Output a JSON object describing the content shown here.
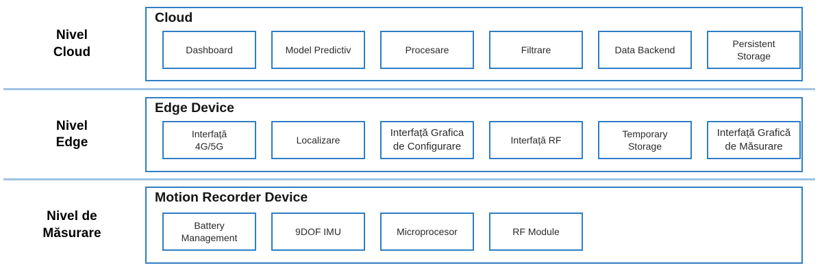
{
  "diagram": {
    "title_visible": false,
    "accent_color": "#2E7DC4",
    "divider_color": "#9DC3E6",
    "tiers": [
      {
        "label_line1": "Nivel",
        "label_line2": "Cloud",
        "group_title": "Cloud",
        "components": [
          {
            "label": "Dashboard"
          },
          {
            "label": "Model Predictiv"
          },
          {
            "label": "Procesare"
          },
          {
            "label": "Filtrare"
          },
          {
            "label": "Data Backend"
          },
          {
            "label": "Persistent\nStorage"
          }
        ]
      },
      {
        "label_line1": "Nivel",
        "label_line2": "Edge",
        "group_title": "Edge Device",
        "components": [
          {
            "label": "Interfață\n4G/5G"
          },
          {
            "label": "Localizare"
          },
          {
            "label": "Interfață Grafica\nde Configurare"
          },
          {
            "label": "Interfață RF"
          },
          {
            "label": "Temporary\nStorage"
          },
          {
            "label": "Interfață Grafică\nde Măsurare"
          }
        ]
      },
      {
        "label_line1": "Nivel de",
        "label_line2": "Măsurare",
        "group_title": "Motion Recorder Device",
        "components": [
          {
            "label": "Battery\nManagement"
          },
          {
            "label": "9DOF IMU"
          },
          {
            "label": "Microprocesor"
          },
          {
            "label": "RF Module"
          }
        ]
      }
    ]
  }
}
